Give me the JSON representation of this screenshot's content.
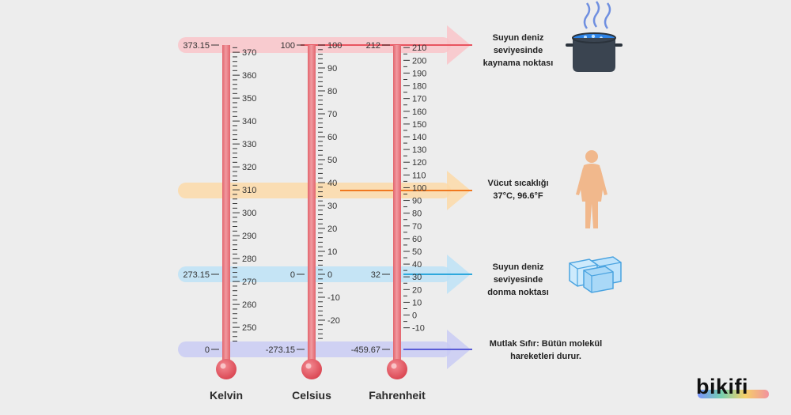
{
  "scales": [
    {
      "key": "kelvin",
      "name": "Kelvin",
      "boiling": "373.15",
      "freezing": "273.15",
      "absolute": "0",
      "ticks": [
        "370",
        "360",
        "350",
        "340",
        "330",
        "320",
        "310",
        "300",
        "290",
        "280",
        "270",
        "260",
        "250"
      ]
    },
    {
      "key": "celsius",
      "name": "Celsius",
      "boiling": "100",
      "freezing": "0",
      "absolute": "-273.15",
      "ticks": [
        "100",
        "90",
        "80",
        "70",
        "60",
        "50",
        "40",
        "30",
        "20",
        "10",
        "0",
        "-10",
        "-20"
      ]
    },
    {
      "key": "fahrenheit",
      "name": "Fahrenheit",
      "boiling": "212",
      "freezing": "32",
      "absolute": "-459.67",
      "ticks": [
        "210",
        "200",
        "190",
        "180",
        "170",
        "160",
        "150",
        "140",
        "130",
        "120",
        "110",
        "100",
        "90",
        "80",
        "70",
        "60",
        "50",
        "40",
        "30",
        "20",
        "10",
        "0",
        "-10"
      ]
    }
  ],
  "annotations": {
    "boiling": [
      "Suyun deniz",
      "seviyesinde",
      "kaynama noktası"
    ],
    "body": [
      "Vücut sıcaklığı",
      "37°C, 96.6°F"
    ],
    "freezing": [
      "Suyun deniz",
      "seviyesinde",
      "donma noktası"
    ],
    "absolute": [
      "Mutlak Sıfır: Bütün molekül",
      "hareketleri durur."
    ]
  },
  "icons": {
    "boiling": "boiling-pot-icon",
    "body": "human-body-icon",
    "freezing": "ice-cubes-icon"
  },
  "colors": {
    "thermometer": "#ef7f86",
    "bulb": "#e8545f",
    "boiling_band": "#f9c4c9",
    "boiling_line": "#e8545f",
    "body_band": "#fbd9a8",
    "body_line": "#f0781f",
    "freezing_band": "#bde2f6",
    "freezing_line": "#2ea8dc",
    "absolute_band": "#c9cbf3",
    "absolute_line": "#5a5cd6"
  },
  "brand": "bikifi"
}
